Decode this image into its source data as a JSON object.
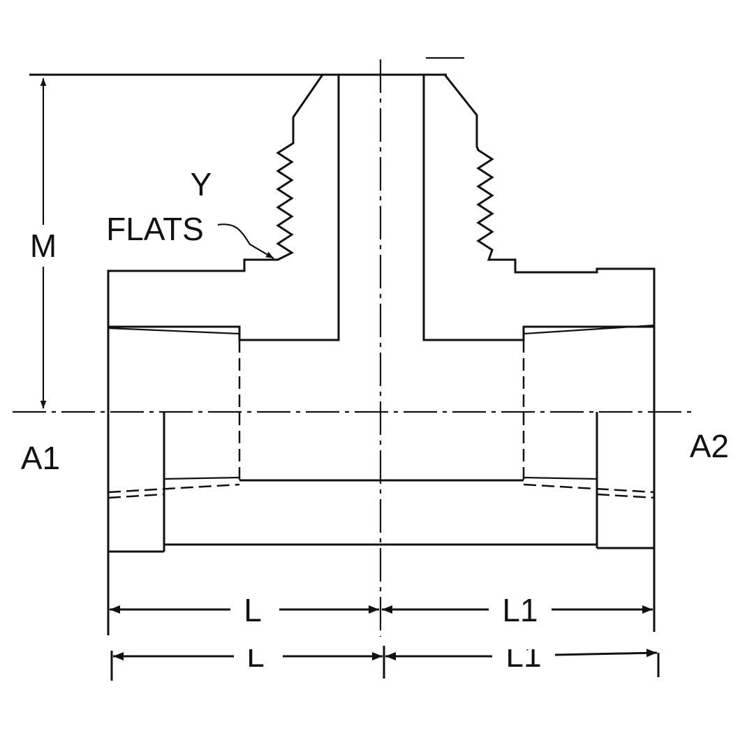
{
  "labels": {
    "height_dim": "M",
    "flats_letter": "Y",
    "flats_word": "FLATS",
    "port_left": "A1",
    "port_right": "A2",
    "length_left": "L",
    "length_right": "L1",
    "length_left_repeat": "L",
    "length_right_repeat": "L1"
  },
  "colors": {
    "ink": "#111111",
    "paper": "#ffffff"
  }
}
